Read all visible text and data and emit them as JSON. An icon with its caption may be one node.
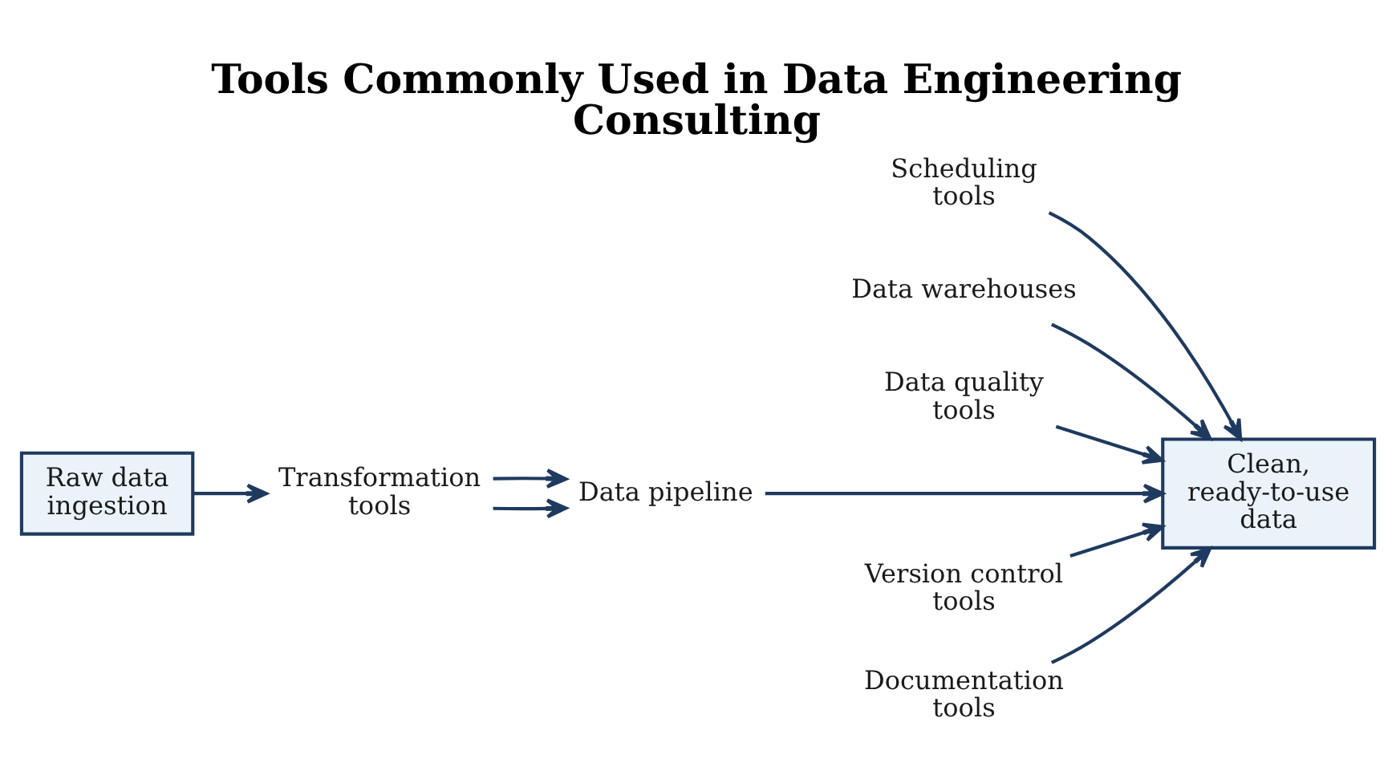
{
  "diagram": {
    "title": "Tools Commonly Used in Data Engineering Consulting",
    "nodes": [
      {
        "text": [
          "Raw data ingestion"
        ]
      },
      {
        "text": [
          "Transformation tools"
        ]
      },
      {
        "text": [
          "Data pipeline"
        ]
      },
      {
        "text": [
          "Scheduling tools"
        ]
      },
      {
        "text": [
          "Data warehouses"
        ]
      },
      {
        "text": [
          "Data quality tools"
        ]
      },
      {
        "text": [
          "Clean, ready-to-use data"
        ]
      },
      {
        "text": [
          "Version control tools"
        ]
      },
      {
        "text": [
          "Documentation tools"
        ]
      }
    ],
    "edges": [
      {
        "from": 0,
        "to": 1,
        "arrow": "to"
      },
      {
        "from": 1,
        "to": 2,
        "arrow": "to"
      },
      {
        "from": 1,
        "to": 2,
        "arrow": "to"
      },
      {
        "from": 2,
        "to": 6,
        "arrow": "to"
      },
      {
        "from": 3,
        "to": 6,
        "arrow": "to"
      },
      {
        "from": 4,
        "to": 6,
        "arrow": "to"
      },
      {
        "from": 5,
        "to": 6,
        "arrow": "to"
      },
      {
        "from": 7,
        "to": 6,
        "arrow": "to"
      },
      {
        "from": 8,
        "to": 6,
        "arrow": "to"
      }
    ]
  }
}
